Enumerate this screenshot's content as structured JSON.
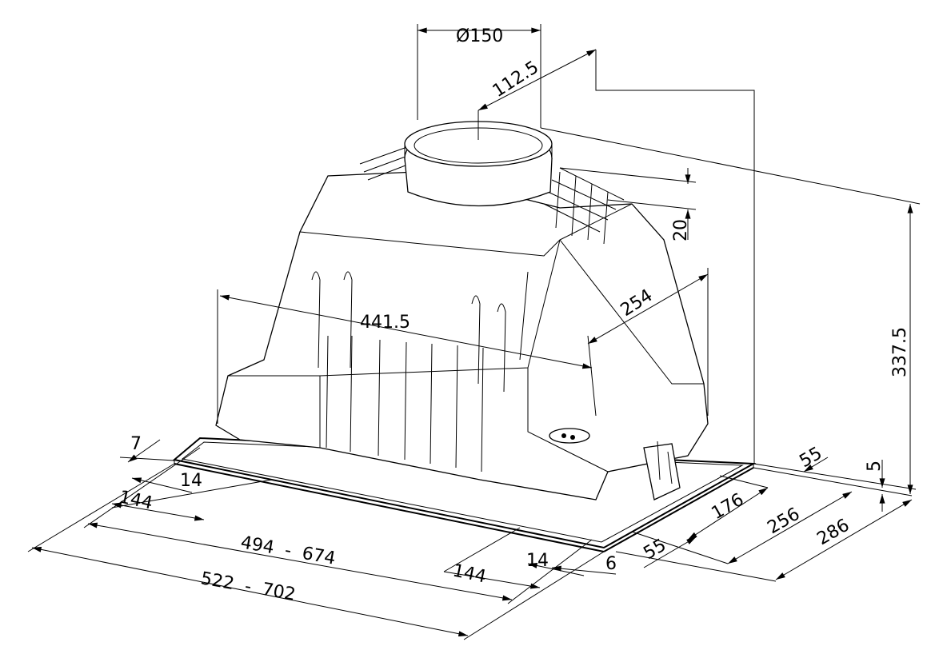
{
  "title": "Built-in cooker hood dimension drawing",
  "dimensions": {
    "duct_diameter": "Ø150",
    "duct_offset": "112.5",
    "top_step": "20",
    "total_height": "337.5",
    "body_depth": "254",
    "body_width": "441.5",
    "frame_left_edge": "7",
    "frame_left_inner": "14",
    "left_bracket": "144",
    "cutout_width": "494  -  674",
    "frame_width": "522  -  702",
    "right_bracket": "144",
    "frame_right_inner": "14",
    "frame_right_edge": "6",
    "front_offset": "55",
    "rear_offset": "55",
    "bracket_depth": "176",
    "cutout_depth": "256",
    "frame_depth": "286",
    "frame_thickness": "5"
  },
  "colors": {
    "line": "#000000",
    "background": "#ffffff"
  }
}
